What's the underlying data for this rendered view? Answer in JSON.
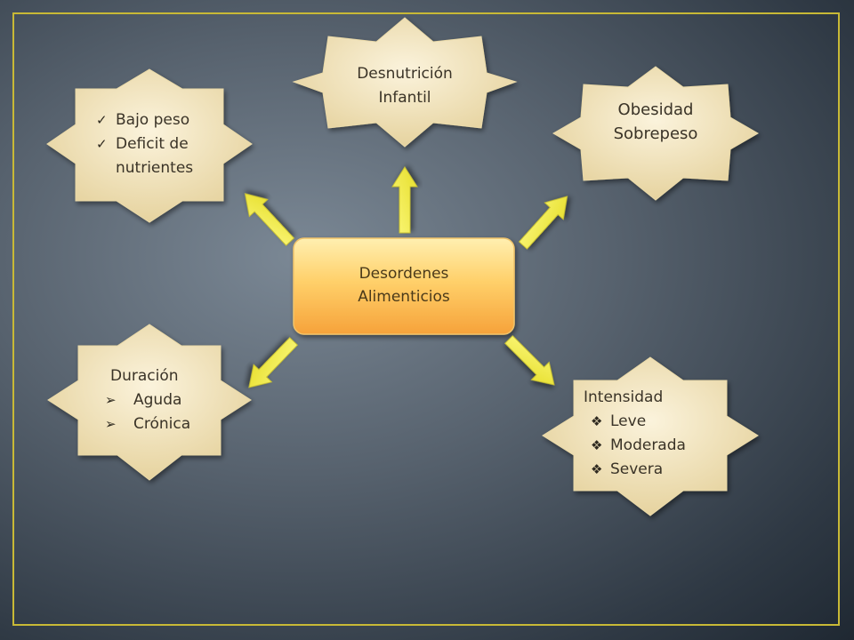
{
  "center": {
    "line1": "Desordenes",
    "line2": "Alimenticios"
  },
  "nodes": {
    "desnutricion": {
      "line1": "Desnutrición",
      "line2": "Infantil"
    },
    "obesidad": {
      "line1": "Obesidad",
      "line2": "Sobrepeso"
    },
    "bajo_peso": {
      "items": [
        "Bajo peso",
        "Deficit de",
        "nutrientes"
      ],
      "bullet_icon": "check-icon"
    },
    "duracion": {
      "title": "Duración",
      "items": [
        "Aguda",
        "Crónica"
      ],
      "bullet_icon": "arrowhead-icon"
    },
    "intensidad": {
      "title": "Intensidad",
      "items": [
        "Leve",
        "Moderada",
        "Severa"
      ],
      "bullet_icon": "diamond-quad-icon"
    }
  },
  "colors": {
    "star_light": "#f7edcf",
    "star_dark": "#e8d6a2",
    "center_light": "#ffe79a",
    "center_dark": "#f7a93c",
    "arrow_fill": "#f2ec3c",
    "frame": "#c8b936"
  }
}
